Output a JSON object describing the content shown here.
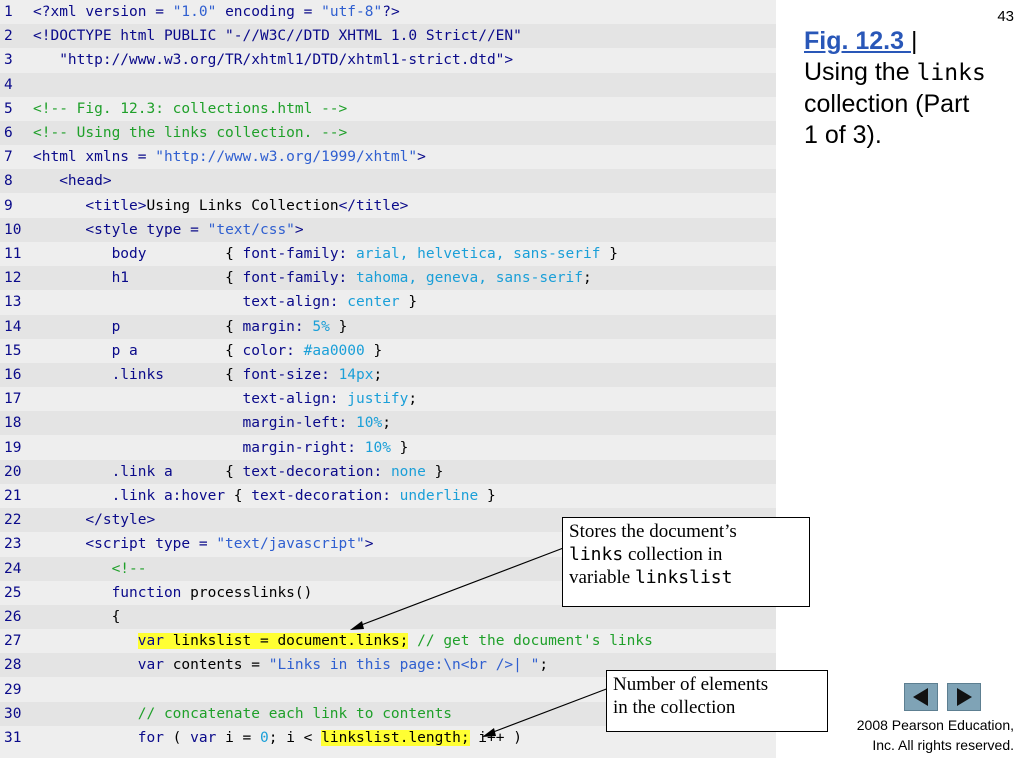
{
  "slide": {
    "number": "43"
  },
  "title": {
    "fig_link": "Fig. 12.3 ",
    "separator": "|",
    "line1_pre": "Using the ",
    "line1_code": "links",
    "line2": "collection (Part",
    "line3": "1 of 3)."
  },
  "code": {
    "lines": [
      {
        "n": "1",
        "parts": [
          [
            "k",
            "<?xml version = "
          ],
          [
            "s",
            "\"1.0\""
          ],
          [
            "k",
            " encoding = "
          ],
          [
            "s",
            "\"utf-8\""
          ],
          [
            "k",
            "?>"
          ]
        ]
      },
      {
        "n": "2",
        "parts": [
          [
            "k",
            "<!DOCTYPE html PUBLIC \"-//W3C//DTD XHTML 1.0 Strict//EN\""
          ]
        ]
      },
      {
        "n": "3",
        "parts": [
          [
            "k",
            "   \"http://www.w3.org/TR/xhtml1/DTD/xhtml1-strict.dtd\">"
          ]
        ]
      },
      {
        "n": "4",
        "parts": []
      },
      {
        "n": "5",
        "parts": [
          [
            "c",
            "<!-- Fig. 12.3: collections.html -->"
          ]
        ]
      },
      {
        "n": "6",
        "parts": [
          [
            "c",
            "<!-- Using the links collection. -->"
          ]
        ]
      },
      {
        "n": "7",
        "parts": [
          [
            "k",
            "<html xmlns = "
          ],
          [
            "s",
            "\"http://www.w3.org/1999/xhtml\""
          ],
          [
            "k",
            ">"
          ]
        ]
      },
      {
        "n": "8",
        "parts": [
          [
            "k",
            "   <head>"
          ]
        ]
      },
      {
        "n": "9",
        "parts": [
          [
            "k",
            "      <title>"
          ],
          [
            "t",
            "Using Links Collection"
          ],
          [
            "k",
            "</title>"
          ]
        ]
      },
      {
        "n": "10",
        "parts": [
          [
            "k",
            "      <style type = "
          ],
          [
            "s",
            "\"text/css\""
          ],
          [
            "k",
            ">"
          ]
        ]
      },
      {
        "n": "11",
        "parts": [
          [
            "k",
            "         body         "
          ],
          [
            "t",
            "{ "
          ],
          [
            "k",
            "font-family: "
          ],
          [
            "v",
            "arial, helvetica, sans-serif"
          ],
          [
            "t",
            " }"
          ]
        ]
      },
      {
        "n": "12",
        "parts": [
          [
            "k",
            "         h1           "
          ],
          [
            "t",
            "{ "
          ],
          [
            "k",
            "font-family: "
          ],
          [
            "v",
            "tahoma, geneva, sans-serif"
          ],
          [
            "t",
            ";"
          ]
        ]
      },
      {
        "n": "13",
        "parts": [
          [
            "k",
            "                        text-align: "
          ],
          [
            "v",
            "center"
          ],
          [
            "t",
            " }"
          ]
        ]
      },
      {
        "n": "14",
        "parts": [
          [
            "k",
            "         p            "
          ],
          [
            "t",
            "{ "
          ],
          [
            "k",
            "margin: "
          ],
          [
            "v",
            "5%"
          ],
          [
            "t",
            " }"
          ]
        ]
      },
      {
        "n": "15",
        "parts": [
          [
            "k",
            "         p a          "
          ],
          [
            "t",
            "{ "
          ],
          [
            "k",
            "color: "
          ],
          [
            "v",
            "#aa0000"
          ],
          [
            "t",
            " }"
          ]
        ]
      },
      {
        "n": "16",
        "parts": [
          [
            "k",
            "         .links       "
          ],
          [
            "t",
            "{ "
          ],
          [
            "k",
            "font-size: "
          ],
          [
            "v",
            "14px"
          ],
          [
            "t",
            ";"
          ]
        ]
      },
      {
        "n": "17",
        "parts": [
          [
            "k",
            "                        text-align: "
          ],
          [
            "v",
            "justify"
          ],
          [
            "t",
            ";"
          ]
        ]
      },
      {
        "n": "18",
        "parts": [
          [
            "k",
            "                        margin-left: "
          ],
          [
            "v",
            "10%"
          ],
          [
            "t",
            ";"
          ]
        ]
      },
      {
        "n": "19",
        "parts": [
          [
            "k",
            "                        margin-right: "
          ],
          [
            "v",
            "10%"
          ],
          [
            "t",
            " }"
          ]
        ]
      },
      {
        "n": "20",
        "parts": [
          [
            "k",
            "         .link a      "
          ],
          [
            "t",
            "{ "
          ],
          [
            "k",
            "text-decoration: "
          ],
          [
            "v",
            "none"
          ],
          [
            "t",
            " }"
          ]
        ]
      },
      {
        "n": "21",
        "parts": [
          [
            "k",
            "         .link a:hover "
          ],
          [
            "t",
            "{ "
          ],
          [
            "k",
            "text-decoration: "
          ],
          [
            "v",
            "underline"
          ],
          [
            "t",
            " }"
          ]
        ]
      },
      {
        "n": "22",
        "parts": [
          [
            "k",
            "      </style>"
          ]
        ]
      },
      {
        "n": "23",
        "parts": [
          [
            "k",
            "      <script type = "
          ],
          [
            "s",
            "\"text/javascript\""
          ],
          [
            "k",
            ">"
          ]
        ]
      },
      {
        "n": "24",
        "parts": [
          [
            "c",
            "         <!--"
          ]
        ]
      },
      {
        "n": "25",
        "parts": [
          [
            "k",
            "         function "
          ],
          [
            "t",
            "processlinks()"
          ]
        ]
      },
      {
        "n": "26",
        "parts": [
          [
            "t",
            "         {"
          ]
        ]
      },
      {
        "n": "27",
        "parts": [
          [
            "t",
            "            "
          ],
          [
            "kh",
            "var"
          ],
          [
            "th",
            " linkslist = document.links;"
          ],
          [
            "c",
            " // get the document's links"
          ]
        ]
      },
      {
        "n": "28",
        "parts": [
          [
            "t",
            "            "
          ],
          [
            "k",
            "var"
          ],
          [
            "t",
            " contents = "
          ],
          [
            "s",
            "\"Links in this page:\\n<br />| \""
          ],
          [
            "t",
            ";"
          ]
        ]
      },
      {
        "n": "29",
        "parts": []
      },
      {
        "n": "30",
        "parts": [
          [
            "c",
            "            // concatenate each link to contents"
          ]
        ]
      },
      {
        "n": "31",
        "parts": [
          [
            "k",
            "            for"
          ],
          [
            "t",
            " ( "
          ],
          [
            "k",
            "var"
          ],
          [
            "t",
            " i = "
          ],
          [
            "v",
            "0"
          ],
          [
            "t",
            "; i < "
          ],
          [
            "th",
            "linkslist.length;"
          ],
          [
            "t",
            " i++ )"
          ]
        ]
      }
    ]
  },
  "callouts": {
    "first": {
      "line1": "Stores the document’s",
      "code1": "links",
      "line2_rest": " collection in",
      "line3_pre": "variable ",
      "code2": "linkslist"
    },
    "second": {
      "line1": "Number of elements",
      "line2": "in the collection"
    }
  },
  "copyright": {
    "line1": "2008 Pearson Education,",
    "line2": "Inc.  All rights reserved."
  },
  "colors": {
    "keyword": "#0a0a8a",
    "string": "#2f5fd0",
    "value": "#1a9fd8",
    "comment": "#1fa02a",
    "highlight": "#ffff33",
    "nav_button": "#7fa3b6"
  },
  "nav": {
    "prev_icon": "triangle-left-icon",
    "next_icon": "triangle-right-icon"
  }
}
